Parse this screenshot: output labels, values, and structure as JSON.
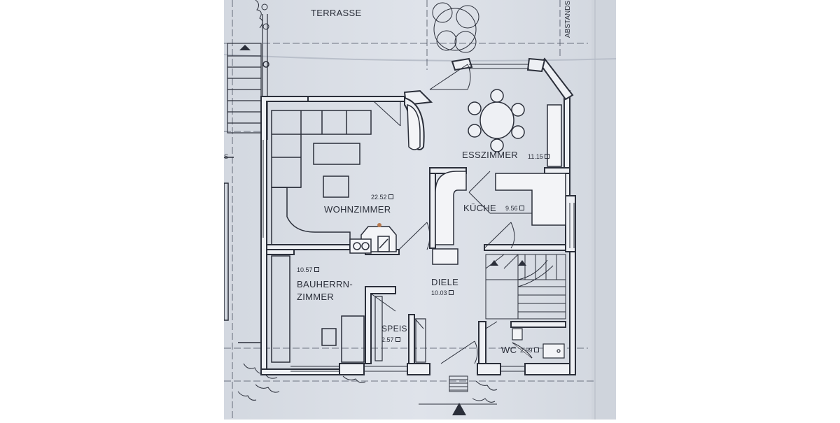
{
  "plan": {
    "labels": {
      "terrasse": "TERRASSE",
      "abstand_fragment": "ABSTANDS",
      "left_fragment": "S",
      "esszimmer": "ESSZIMMER",
      "esszimmer_area": "11.15",
      "wohnzimmer": "WOHNZIMMER",
      "wohnzimmer_area": "22.52",
      "kueche": "KÜCHE",
      "kueche_area": "9.56",
      "bauherrn_line1": "BAUHERRN-",
      "bauherrn_line2": "ZIMMER",
      "bauherrn_area": "10.57",
      "diele": "DIELE",
      "diele_area": "10.03",
      "speis": "SPEIS",
      "speis_area": "2.57",
      "wc": "WC",
      "wc_area": "2.99"
    },
    "colors": {
      "paper": "#d6dbe3",
      "ink": "#2b2f3a",
      "wall_fill": "#eef0f4"
    }
  }
}
